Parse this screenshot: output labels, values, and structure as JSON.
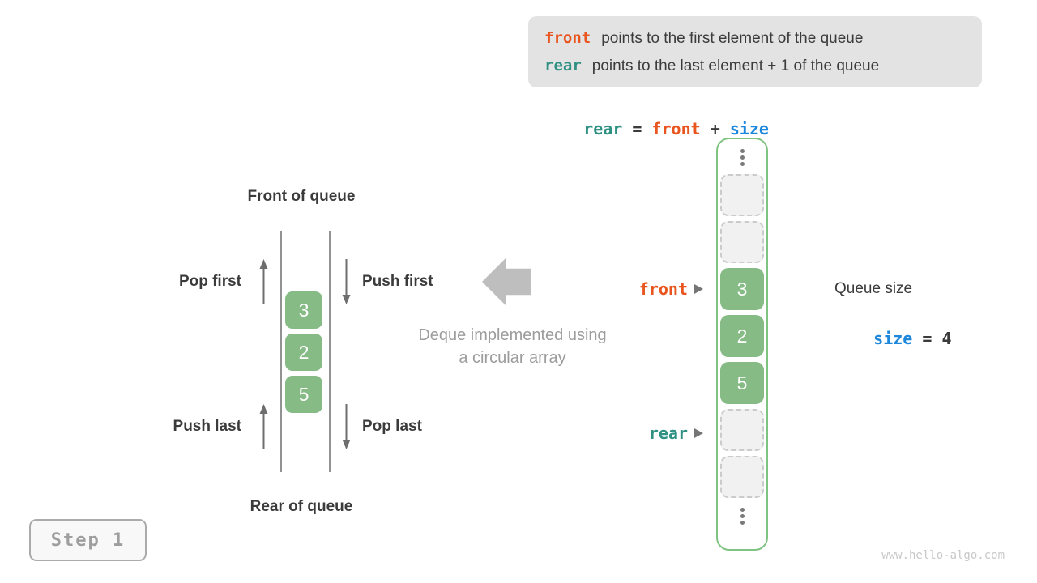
{
  "info_box": {
    "line1": {
      "keyword": "front",
      "text": "points to the first element of the queue"
    },
    "line2": {
      "keyword": "rear",
      "text": "points to the last element + 1 of the queue"
    }
  },
  "formula": {
    "rear": "rear",
    "eq": " = ",
    "front": "front",
    "plus": " + ",
    "size": "size"
  },
  "left_queue": {
    "front_label": "Front of queue",
    "rear_label": "Rear of queue",
    "pop_first": "Pop first",
    "push_first": "Push first",
    "push_last": "Push last",
    "pop_last": "Pop last",
    "values": [
      "3",
      "2",
      "5"
    ]
  },
  "center": {
    "caption_line1": "Deque implemented using",
    "caption_line2": "a circular array"
  },
  "array": {
    "front_pointer": "front",
    "rear_pointer": "rear",
    "cells": [
      {
        "type": "empty",
        "value": ""
      },
      {
        "type": "empty",
        "value": ""
      },
      {
        "type": "filled",
        "value": "3"
      },
      {
        "type": "filled",
        "value": "2"
      },
      {
        "type": "filled",
        "value": "5"
      },
      {
        "type": "empty",
        "value": ""
      },
      {
        "type": "empty",
        "value": ""
      }
    ]
  },
  "queue_size": {
    "title": "Queue size",
    "var": "size",
    "eq": " = ",
    "value": "4"
  },
  "step_badge": {
    "label": "Step 1"
  },
  "watermark": "www.hello-algo.com",
  "colors": {
    "accent_orange": "#e8551e",
    "accent_teal": "#2f9183",
    "accent_blue": "#1c87db",
    "cell_green": "#86bb86",
    "array_border_green": "#7fc380",
    "info_box_bg": "#e3e3e3",
    "gray_arrow": "#6e6e6e",
    "big_arrow_gray": "#bebebe"
  }
}
